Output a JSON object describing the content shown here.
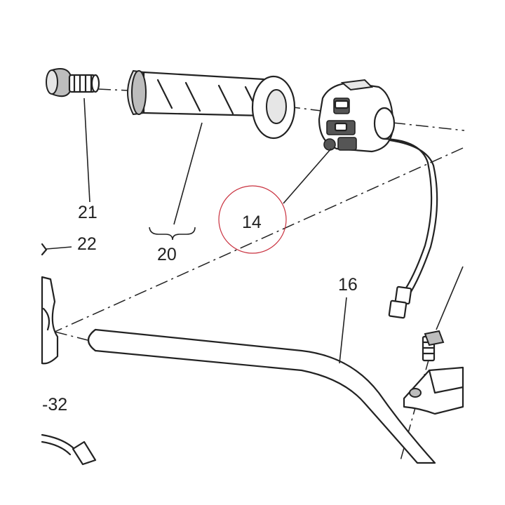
{
  "callouts": {
    "c14": "14",
    "c16": "16",
    "c20": "20",
    "c21": "21",
    "c22": "22",
    "c32": "-32"
  },
  "colors": {
    "line": "#222222",
    "highlight_circle": "#c9303e",
    "part_shading": "#bdbdbd"
  }
}
